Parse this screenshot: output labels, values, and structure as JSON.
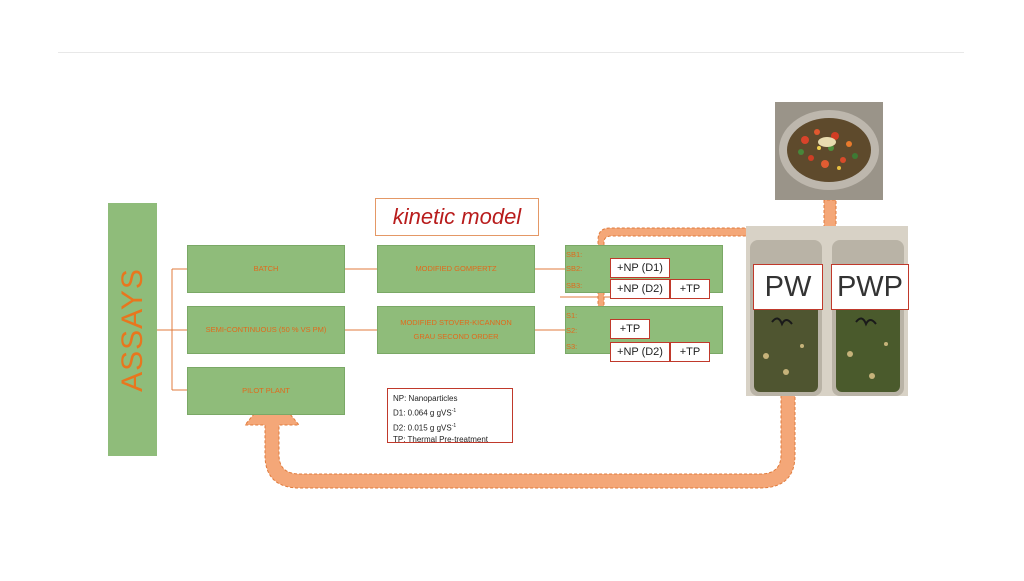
{
  "assays_label": "ASSAYS",
  "kinetic_model_label": "kinetic model",
  "modes": {
    "batch": "BATCH",
    "semi": "SEMI-CONTINUOUS (50 % VS PM)",
    "pilot": "PILOT PLANT"
  },
  "models": {
    "gompertz": "MODIFIED GOMPERTZ",
    "stover_line1": "MODIFIED STOVER-KICANNON",
    "stover_line2": "GRAU SECOND ORDER"
  },
  "series_labels": {
    "sb1": "SB1:",
    "sb2": "SB2:",
    "sb3": "SB3:",
    "s1": "S1:",
    "s2": "S2:",
    "s3": "S3:"
  },
  "treatments": {
    "np_d1": "+NP (D1)",
    "np_d2_a": "+NP (D2)",
    "tp_a": "+TP",
    "tp_s2": "+TP",
    "np_d2_b": "+NP (D2)",
    "tp_b": "+TP"
  },
  "legend": {
    "np": "NP: Nanoparticles",
    "d1": "D1: 0.064 g gVS",
    "d1_sup": "-1",
    "d2": "D2: 0.015 g gVS",
    "d2_sup": "-1",
    "tp": "TP: Thermal Pre-treatment"
  },
  "photo_labels": {
    "pw": "PW",
    "pwp": "PWP"
  },
  "colors": {
    "box_green": "#8fbc7a",
    "box_text": "#e06a1c",
    "arrow": "#f4a778",
    "arrow_border": "#e07b3c",
    "tag_border": "#c0392b",
    "kinetic_text": "#b81c1c"
  }
}
